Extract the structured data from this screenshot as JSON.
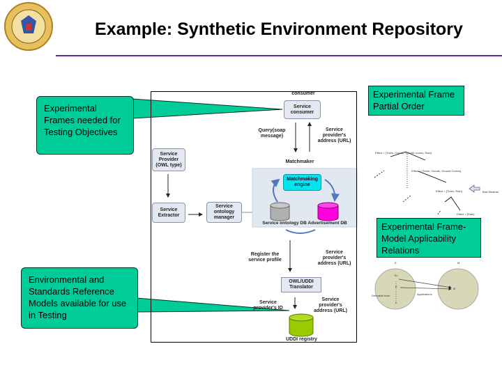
{
  "title": "Example:  Synthetic Environment Repository",
  "logo_text": "DEFENSE INFORMATION SYSTEMS AGENCY",
  "callouts": {
    "frames_needed": "Experimental Frames needed for Testing Objectives",
    "reference_models": "Environmental and Standards Reference Models available for use in Testing",
    "partial_order": "Experimental Frame Partial Order",
    "applicability": "Experimental Frame- Model Applicability Relations"
  },
  "diagram": {
    "consumer_top": "consumer",
    "service_consumer": "Service consumer",
    "query": "Query(soap message)",
    "provider_address_1": "Service provider's address (URL)",
    "matchmaker": "Matchmaker",
    "service_provider": "Service Provider (OWL type)",
    "service_extractor": "Service Extractor",
    "ontology_manager": "Service ontology manager",
    "matchmaking_engine": "Matchmaking engine",
    "db_labels": "Service ontology  DB  Advertisement DB",
    "register": "Register the service profile",
    "provider_address_2": "Service provider's address (URL)",
    "translator": "OWL/UDDI Translator",
    "provider_id": "Service provider's ID",
    "provider_address_3": "Service provider's address (URL)",
    "uddi": "UDDI registry"
  },
  "partial_order": {
    "n1": "Effect = {Trees, Clouds, Ground covers, Rain}",
    "n2": "Effect = {Trees, Clouds, Ground Covers}",
    "n3": "Effect = {Trees, Rain}",
    "n4": "Effect = {Rain}",
    "side": "Bad Weather"
  },
  "applicability": {
    "E": "E",
    "M": "M",
    "Ev": "Ev",
    "e": "E",
    "ec": "E",
    "m": "M",
    "derivable": "Derivable from",
    "applications": "Applications"
  },
  "colors": {
    "callout": "#00cc99",
    "rule": "#5b2a8c",
    "engine": "#00e5ee",
    "ontology_db": "#b0b0b0",
    "ad_db": "#ff00dd",
    "uddi_db": "#99cc00"
  }
}
